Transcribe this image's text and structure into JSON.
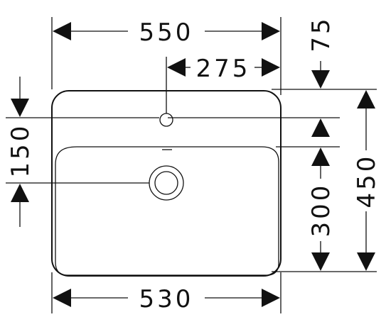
{
  "drawing": {
    "width_top": "550",
    "tap_offset": "275",
    "rim_top": "75",
    "tap_to_bowl": "150",
    "depth_total": "450",
    "bowl_depth": "300",
    "width_bottom": "530"
  },
  "colors": {
    "line": "#111111",
    "background": "#ffffff"
  }
}
